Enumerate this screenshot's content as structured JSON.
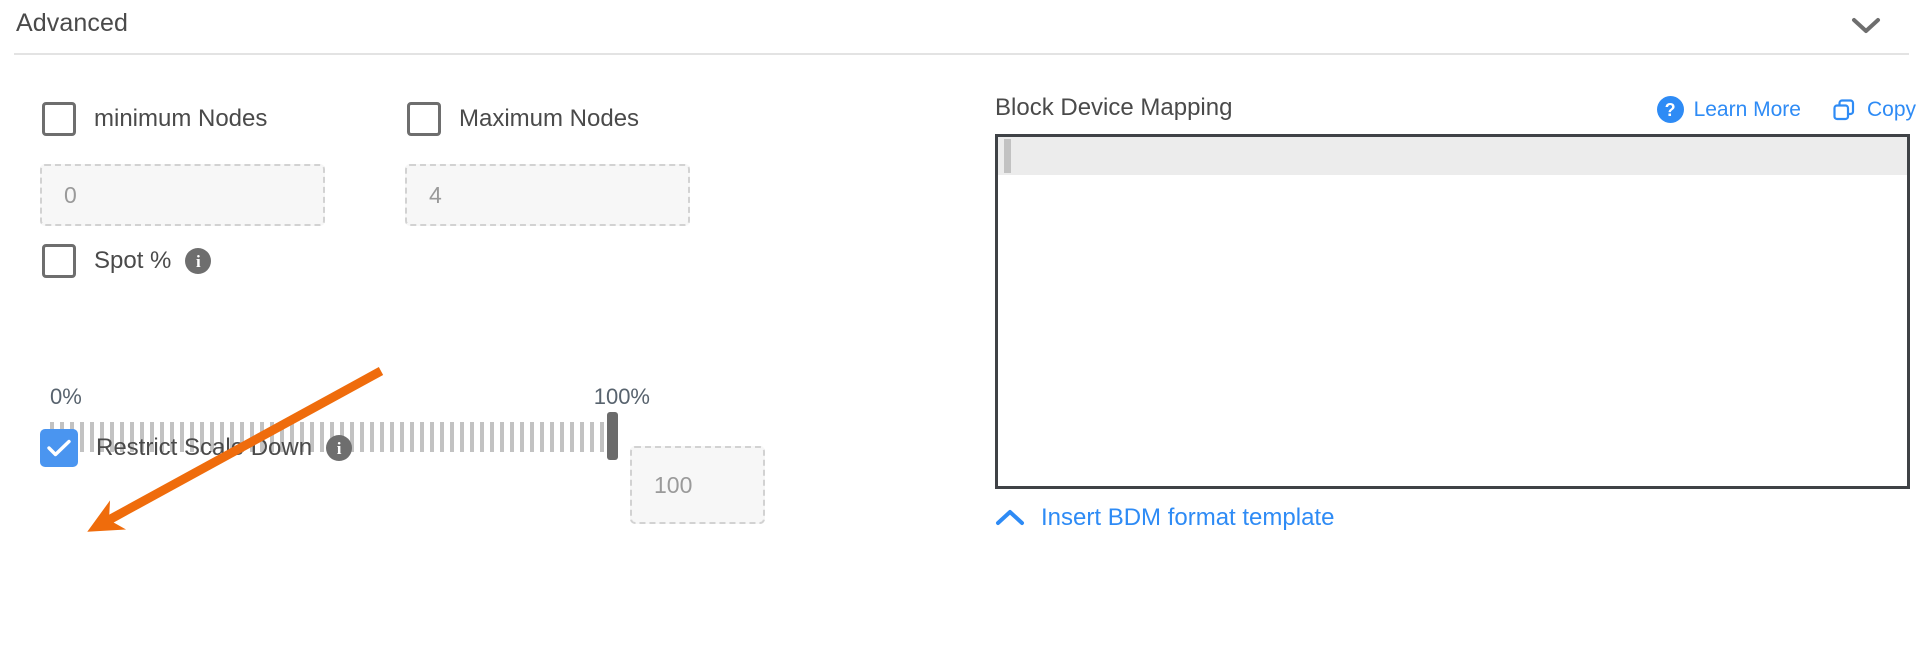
{
  "header": {
    "title": "Advanced",
    "collapse_icon": "chevron-down-icon"
  },
  "left_panel": {
    "min_nodes": {
      "label": "minimum Nodes",
      "checked": false,
      "input_placeholder": "0",
      "input_value": ""
    },
    "max_nodes": {
      "label": "Maximum Nodes",
      "checked": false,
      "input_placeholder": "4",
      "input_value": ""
    },
    "spot": {
      "label": "Spot %",
      "checked": false,
      "info_icon": "info-icon",
      "info_glyph": "i"
    },
    "slider": {
      "min_label": "0%",
      "max_label": "100%",
      "min_value": 0,
      "max_value": 100,
      "current_value": 100,
      "input_placeholder": "100",
      "input_value": ""
    },
    "restrict_scale_down": {
      "label": "Restrict Scale Down",
      "checked": true,
      "check_glyph": "✓",
      "info_icon": "info-icon",
      "info_glyph": "i"
    }
  },
  "right_panel": {
    "title": "Block Device Mapping",
    "learn_more": {
      "label": "Learn More",
      "icon": "question-mark-circle-icon",
      "icon_glyph": "?"
    },
    "copy": {
      "label": "Copy",
      "icon": "copy-icon"
    },
    "editor": {
      "content": "",
      "cursor_line": 1
    },
    "insert_template": {
      "label": "Insert BDM format template",
      "icon": "chevron-up-icon"
    }
  },
  "annotation": {
    "arrow_color": "#ef6c0c",
    "target": "restrict-scale-down-checkbox"
  },
  "colors": {
    "accent_blue": "#2e8bf5",
    "checkbox_blue": "#4a95f0",
    "text_gray": "#4a4a4a",
    "muted_gray": "#9a9a9a",
    "annotation_orange": "#ef6c0c",
    "editor_border": "#3f4246"
  }
}
